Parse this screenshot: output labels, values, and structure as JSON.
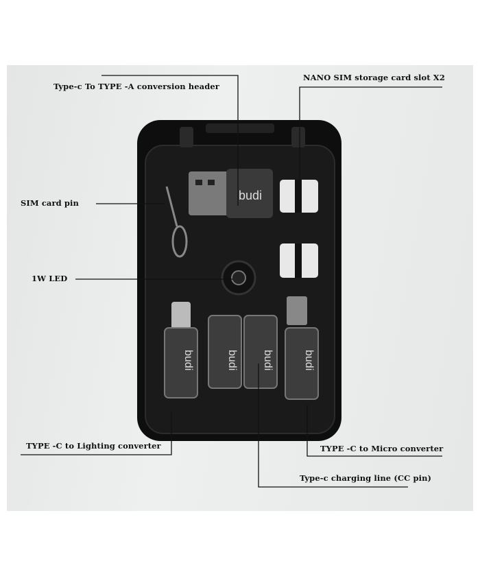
{
  "brand": "budi",
  "labels": {
    "type_c_to_type_a": "Type-c To TYPE -A conversion header",
    "nano_sim_slot": "NANO SIM storage card slot X2",
    "sim_card_pin": "SIM card pin",
    "led": "1W LED",
    "type_c_to_lightning": "TYPE -C to Lighting converter",
    "type_c_to_micro": "TYPE -C to Micro converter",
    "charging_line": "Type-c charging line (CC pin)"
  }
}
